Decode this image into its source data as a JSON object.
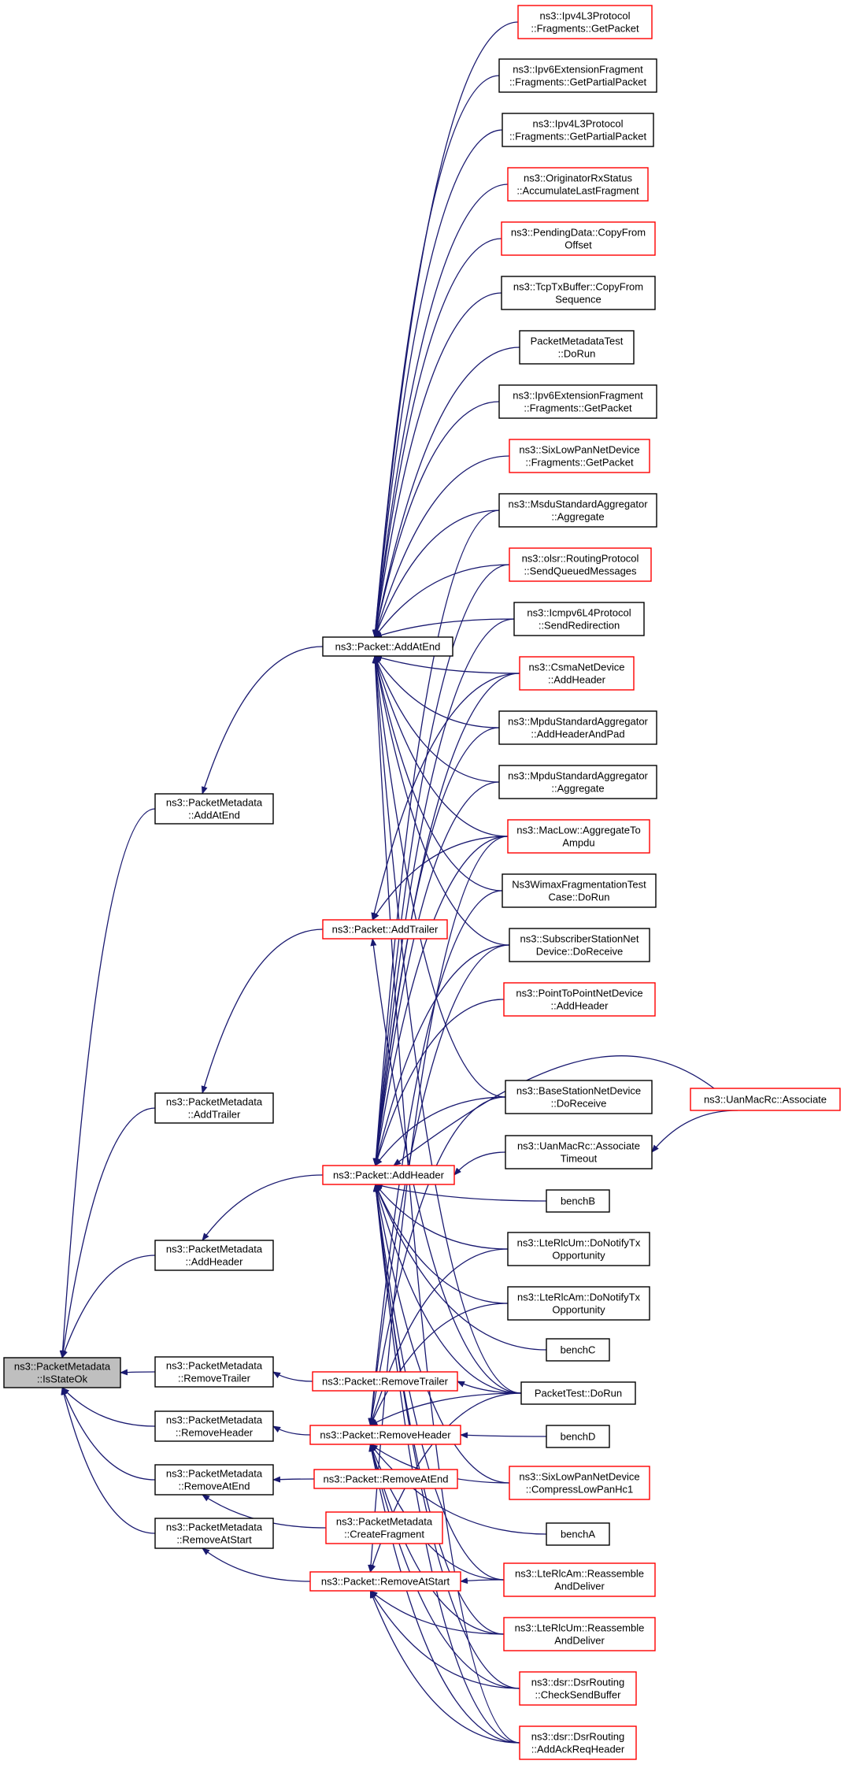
{
  "colors": {
    "edge": "#191970",
    "border_black": "#000000",
    "border_red": "#ff0000",
    "selected_fill": "#bfbfbf",
    "node_fill": "#ffffff"
  },
  "nodes": [
    {
      "id": "isstateok",
      "lines": [
        "ns3::PacketMetadata",
        "::IsStateOk"
      ],
      "border": "black",
      "selected": true
    },
    {
      "id": "pm_addatend",
      "lines": [
        "ns3::PacketMetadata",
        "::AddAtEnd"
      ],
      "border": "black"
    },
    {
      "id": "pm_addtrailer",
      "lines": [
        "ns3::PacketMetadata",
        "::AddTrailer"
      ],
      "border": "black"
    },
    {
      "id": "pm_addheader",
      "lines": [
        "ns3::PacketMetadata",
        "::AddHeader"
      ],
      "border": "black"
    },
    {
      "id": "pm_removetrailer",
      "lines": [
        "ns3::PacketMetadata",
        "::RemoveTrailer"
      ],
      "border": "black"
    },
    {
      "id": "pm_removeheader",
      "lines": [
        "ns3::PacketMetadata",
        "::RemoveHeader"
      ],
      "border": "black"
    },
    {
      "id": "pm_removeatend",
      "lines": [
        "ns3::PacketMetadata",
        "::RemoveAtEnd"
      ],
      "border": "black"
    },
    {
      "id": "pm_removeatstart",
      "lines": [
        "ns3::PacketMetadata",
        "::RemoveAtStart"
      ],
      "border": "black"
    },
    {
      "id": "p_addatend",
      "lines": [
        "ns3::Packet::AddAtEnd"
      ],
      "border": "black"
    },
    {
      "id": "p_addtrailer",
      "lines": [
        "ns3::Packet::AddTrailer"
      ],
      "border": "red"
    },
    {
      "id": "p_addheader",
      "lines": [
        "ns3::Packet::AddHeader"
      ],
      "border": "red"
    },
    {
      "id": "p_removetrailer",
      "lines": [
        "ns3::Packet::RemoveTrailer"
      ],
      "border": "red"
    },
    {
      "id": "p_removeheader",
      "lines": [
        "ns3::Packet::RemoveHeader"
      ],
      "border": "red"
    },
    {
      "id": "p_removeatend",
      "lines": [
        "ns3::Packet::RemoveAtEnd"
      ],
      "border": "red"
    },
    {
      "id": "pm_createfragment",
      "lines": [
        "ns3::PacketMetadata",
        "::CreateFragment"
      ],
      "border": "red"
    },
    {
      "id": "p_removeatstart",
      "lines": [
        "ns3::Packet::RemoveAtStart"
      ],
      "border": "red"
    },
    {
      "id": "ipv4frag_getpacket",
      "lines": [
        "ns3::Ipv4L3Protocol",
        "::Fragments::GetPacket"
      ],
      "border": "red"
    },
    {
      "id": "ipv6ext_getpartial",
      "lines": [
        "ns3::Ipv6ExtensionFragment",
        "::Fragments::GetPartialPacket"
      ],
      "border": "black"
    },
    {
      "id": "ipv4frag_getpartial",
      "lines": [
        "ns3::Ipv4L3Protocol",
        "::Fragments::GetPartialPacket"
      ],
      "border": "black"
    },
    {
      "id": "originator",
      "lines": [
        "ns3::OriginatorRxStatus",
        "::AccumulateLastFragment"
      ],
      "border": "red"
    },
    {
      "id": "pendingdata",
      "lines": [
        "ns3::PendingData::CopyFrom",
        "Offset"
      ],
      "border": "red"
    },
    {
      "id": "tcptxbuffer",
      "lines": [
        "ns3::TcpTxBuffer::CopyFrom",
        "Sequence"
      ],
      "border": "black"
    },
    {
      "id": "pmtest",
      "lines": [
        "PacketMetadataTest",
        "::DoRun"
      ],
      "border": "black"
    },
    {
      "id": "ipv6ext_getpacket",
      "lines": [
        "ns3::Ipv6ExtensionFragment",
        "::Fragments::GetPacket"
      ],
      "border": "black"
    },
    {
      "id": "sixlowpan_getpacket",
      "lines": [
        "ns3::SixLowPanNetDevice",
        "::Fragments::GetPacket"
      ],
      "border": "red"
    },
    {
      "id": "msdu",
      "lines": [
        "ns3::MsduStandardAggregator",
        "::Aggregate"
      ],
      "border": "black"
    },
    {
      "id": "olsr",
      "lines": [
        "ns3::olsr::RoutingProtocol",
        "::SendQueuedMessages"
      ],
      "border": "red"
    },
    {
      "id": "icmpv6",
      "lines": [
        "ns3::Icmpv6L4Protocol",
        "::SendRedirection"
      ],
      "border": "black"
    },
    {
      "id": "csma",
      "lines": [
        "ns3::CsmaNetDevice",
        "::AddHeader"
      ],
      "border": "red"
    },
    {
      "id": "mpdu_pad",
      "lines": [
        "ns3::MpduStandardAggregator",
        "::AddHeaderAndPad"
      ],
      "border": "black"
    },
    {
      "id": "mpdu_agg",
      "lines": [
        "ns3::MpduStandardAggregator",
        "::Aggregate"
      ],
      "border": "black"
    },
    {
      "id": "maclow",
      "lines": [
        "ns3::MacLow::AggregateTo",
        "Ampdu"
      ],
      "border": "red"
    },
    {
      "id": "wimaxfrag",
      "lines": [
        "Ns3WimaxFragmentationTest",
        "Case::DoRun"
      ],
      "border": "black"
    },
    {
      "id": "subscriber",
      "lines": [
        "ns3::SubscriberStationNet",
        "Device::DoReceive"
      ],
      "border": "black"
    },
    {
      "id": "ptp",
      "lines": [
        "ns3::PointToPointNetDevice",
        "::AddHeader"
      ],
      "border": "red"
    },
    {
      "id": "basestation",
      "lines": [
        "ns3::BaseStationNetDevice",
        "::DoReceive"
      ],
      "border": "black"
    },
    {
      "id": "uanmac_timeout",
      "lines": [
        "ns3::UanMacRc::Associate",
        "Timeout"
      ],
      "border": "black"
    },
    {
      "id": "uanmac_assoc",
      "lines": [
        "ns3::UanMacRc::Associate"
      ],
      "border": "red"
    },
    {
      "id": "benchB",
      "lines": [
        "benchB"
      ],
      "border": "black"
    },
    {
      "id": "ltelcum_notify",
      "lines": [
        "ns3::LteRlcUm::DoNotifyTx",
        "Opportunity"
      ],
      "border": "black"
    },
    {
      "id": "ltelcam_notify",
      "lines": [
        "ns3::LteRlcAm::DoNotifyTx",
        "Opportunity"
      ],
      "border": "black"
    },
    {
      "id": "benchC",
      "lines": [
        "benchC"
      ],
      "border": "black"
    },
    {
      "id": "packettest",
      "lines": [
        "PacketTest::DoRun"
      ],
      "border": "black"
    },
    {
      "id": "benchD",
      "lines": [
        "benchD"
      ],
      "border": "black"
    },
    {
      "id": "sixlowpan_compress",
      "lines": [
        "ns3::SixLowPanNetDevice",
        "::CompressLowPanHc1"
      ],
      "border": "red"
    },
    {
      "id": "benchA",
      "lines": [
        "benchA"
      ],
      "border": "black"
    },
    {
      "id": "ltelcam_reasm",
      "lines": [
        "ns3::LteRlcAm::Reassemble",
        "AndDeliver"
      ],
      "border": "red"
    },
    {
      "id": "ltelcum_reasm",
      "lines": [
        "ns3::LteRlcUm::Reassemble",
        "AndDeliver"
      ],
      "border": "red"
    },
    {
      "id": "dsr_check",
      "lines": [
        "ns3::dsr::DsrRouting",
        "::CheckSendBuffer"
      ],
      "border": "red"
    },
    {
      "id": "dsr_ack",
      "lines": [
        "ns3::dsr::DsrRouting",
        "::AddAckReqHeader"
      ],
      "border": "red"
    }
  ]
}
